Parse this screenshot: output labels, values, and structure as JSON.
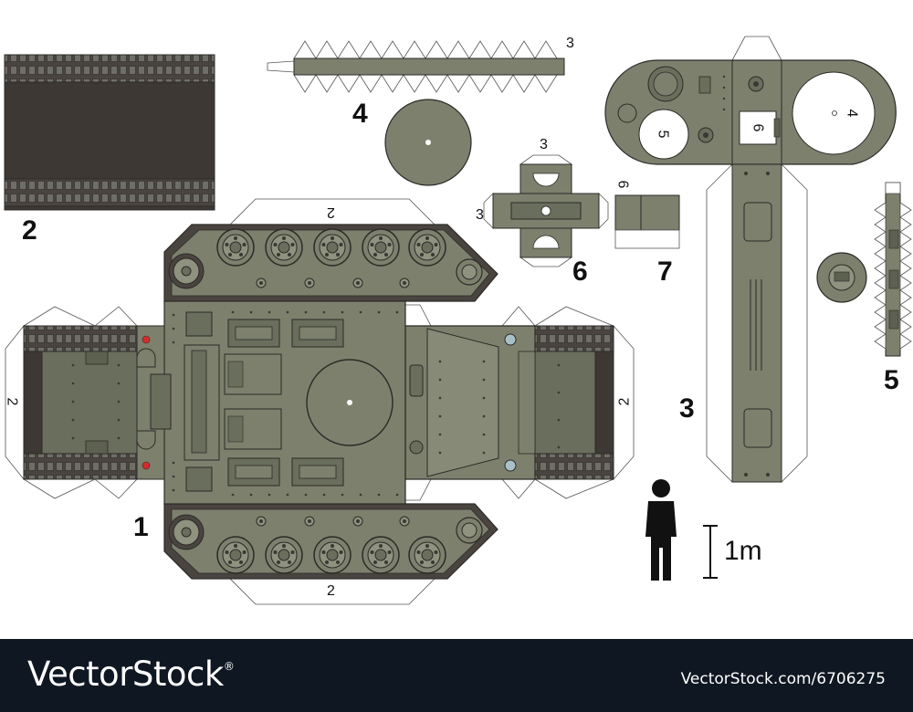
{
  "sheet": {
    "part_numbers": {
      "body": "1",
      "track": "2",
      "turret": "3",
      "gun": "4",
      "hatch": "5",
      "mantlet": "6",
      "block": "7"
    },
    "fold_labels": {
      "two": "2",
      "three": "3",
      "four": "4",
      "five": "5",
      "six": "6"
    },
    "scale_label": "1m"
  },
  "footer": {
    "brand": "VectorStock",
    "brand_mark": "®",
    "credit": "VectorStock.com/6706275"
  },
  "colors": {
    "olive": "#7c806d",
    "olive_dark": "#5d6150",
    "track_dark": "#4a4440",
    "footer_bg": "#0f1822"
  }
}
